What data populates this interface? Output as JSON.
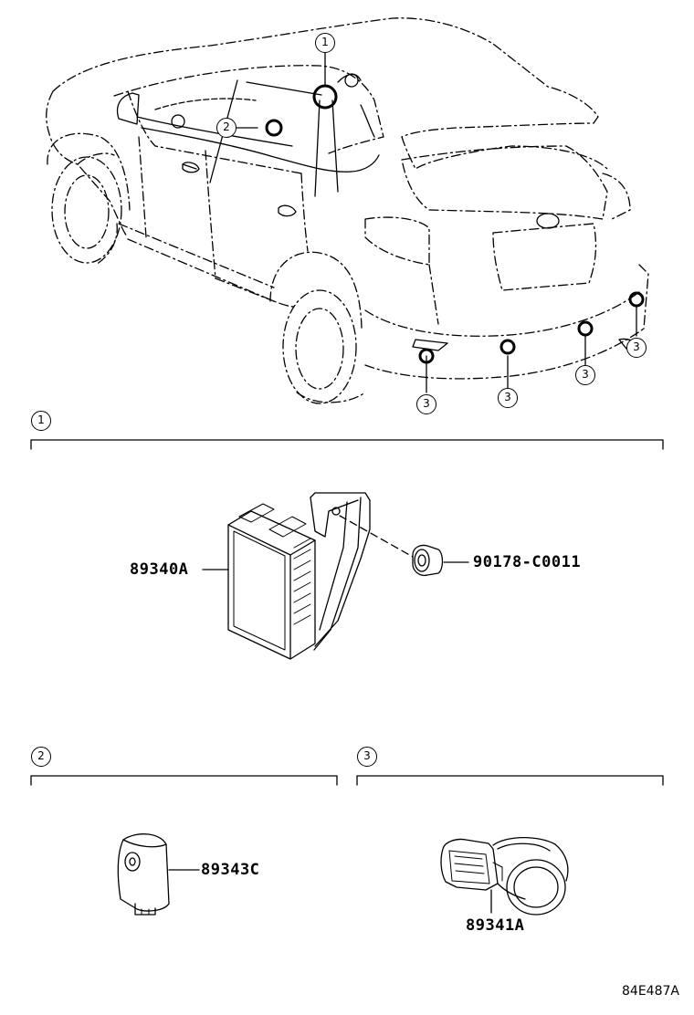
{
  "callouts": {
    "top_1": "1",
    "top_2": "2",
    "sensor_1": "3",
    "sensor_2": "3",
    "sensor_3": "3",
    "sensor_4": "3",
    "sensor_5": "3",
    "section_1": "1",
    "section_2": "2",
    "section_3": "3"
  },
  "parts": {
    "ecu": "89340A",
    "bolt": "90178-C0011",
    "buzzer": "89343C",
    "sensor": "89341A"
  },
  "diagram_code": "84E487A"
}
